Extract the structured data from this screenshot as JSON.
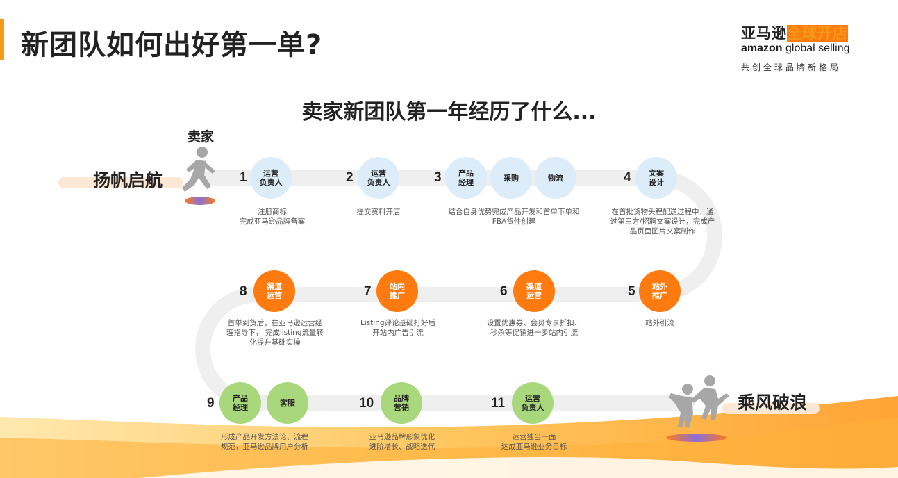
{
  "slide": {
    "title": "新团队如何出好第一单?",
    "subtitle": "卖家新团队第一年经历了什么..."
  },
  "logo": {
    "cn_black": "亚马逊",
    "cn_orange": "全球开店",
    "en_brand": "amazon",
    "en_rest": " global selling",
    "slogan": "共创全球品牌新格局"
  },
  "labels": {
    "start": "扬帆启航",
    "end": "乘风破浪",
    "seller": "卖家"
  },
  "colors": {
    "accent": "#f39a1b",
    "blue_node": "#dcecf9",
    "orange_node": "#ff7b10",
    "green_node": "#a9d87c"
  },
  "steps": [
    {
      "num": "1",
      "desc": "注册商标\n完成亚马逊品牌备案",
      "roles": [
        "运营\n负责人"
      ]
    },
    {
      "num": "2",
      "desc": "提交资料开店",
      "roles": [
        "运营\n负责人"
      ]
    },
    {
      "num": "3",
      "desc": "结合自身优势完成产品开发和首单下单和\nFBA货件创建",
      "roles": [
        "产品\n经理",
        "采购",
        "物流"
      ]
    },
    {
      "num": "4",
      "desc": "在首批货物头程配送过程中，通\n过第三方/招聘文案设计，完成产\n品页面图片文案制作",
      "roles": [
        "文案\n设计"
      ]
    },
    {
      "num": "5",
      "desc": "站外引流",
      "roles": [
        "站外\n推广"
      ]
    },
    {
      "num": "6",
      "desc": "设置优惠券、会员专享折扣、\n秒杀等促销进一步站内引流",
      "roles": [
        "渠道\n运营"
      ]
    },
    {
      "num": "7",
      "desc": "Listing评论基础打好后\n开站内广告引流",
      "roles": [
        "站内\n推广"
      ]
    },
    {
      "num": "8",
      "desc": "首单到货后，在亚马逊运营经\n理指导下， 完成listing流量转\n化提升基础实操",
      "roles": [
        "渠道\n运营"
      ]
    },
    {
      "num": "9",
      "desc": "形成产品开发方法论、流程\n规范，亚马逊品牌用户分析",
      "roles": [
        "产品\n经理",
        "客服"
      ]
    },
    {
      "num": "10",
      "desc": "亚马逊品牌形象优化\n进阶增长、战略迭代",
      "roles": [
        "品牌\n营销"
      ]
    },
    {
      "num": "11",
      "desc": "运营独当一面\n达成亚马逊业务目标",
      "roles": [
        "运营\n负责人"
      ]
    }
  ]
}
